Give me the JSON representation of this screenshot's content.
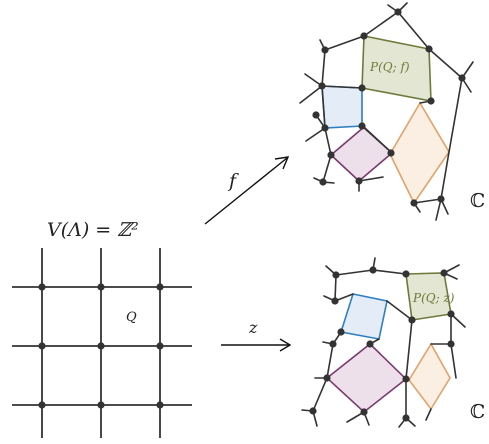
{
  "labels": {
    "lattice_title": "V(Λ) = ℤ²",
    "quad_label": "Q",
    "map_f": "f",
    "map_z": "z",
    "complex_plane_top": "ℂ",
    "complex_plane_bottom": "ℂ",
    "poly_f": "P(Q; f)",
    "poly_z": "P(Q; z)"
  },
  "colors": {
    "ink": "#333333",
    "olive_stroke": "#6e7a3a",
    "olive_fill": "#e3e6d2",
    "blue_stroke": "#2f7fc2",
    "blue_fill": "#e4ecf7",
    "purple_stroke": "#7a3a6e",
    "purple_fill": "#ede0ea",
    "orange_stroke": "#e2a36a",
    "orange_fill": "#fbeee2"
  }
}
